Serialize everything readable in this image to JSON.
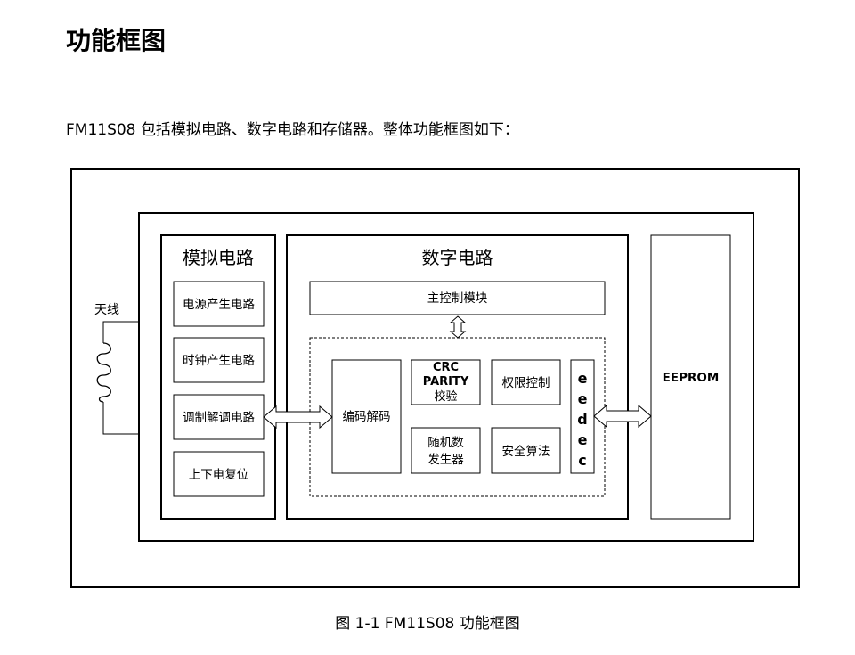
{
  "page": {
    "title": "功能框图",
    "intro": "FM11S08 包括模拟电路、数字电路和存储器。整体功能框图如下：",
    "caption": "图  1-1 FM11S08 功能框图"
  },
  "diagram": {
    "antenna_label": "天线",
    "analog": {
      "title": "模拟电路",
      "items": [
        "电源产生电路",
        "时钟产生电路",
        "调制解调电路",
        "上下电复位"
      ]
    },
    "digital": {
      "title": "数字电路",
      "main_control": "主控制模块",
      "codec": "编码解码",
      "crc_line1": "CRC",
      "crc_line2": "PARITY",
      "crc_line3": "校验",
      "rng_line1": "随机数",
      "rng_line2": "发生器",
      "permission": "权限控制",
      "security": "安全算法",
      "eedec": [
        "e",
        "e",
        "d",
        "e",
        "c"
      ]
    },
    "memory": {
      "label": "EEPROM"
    }
  }
}
